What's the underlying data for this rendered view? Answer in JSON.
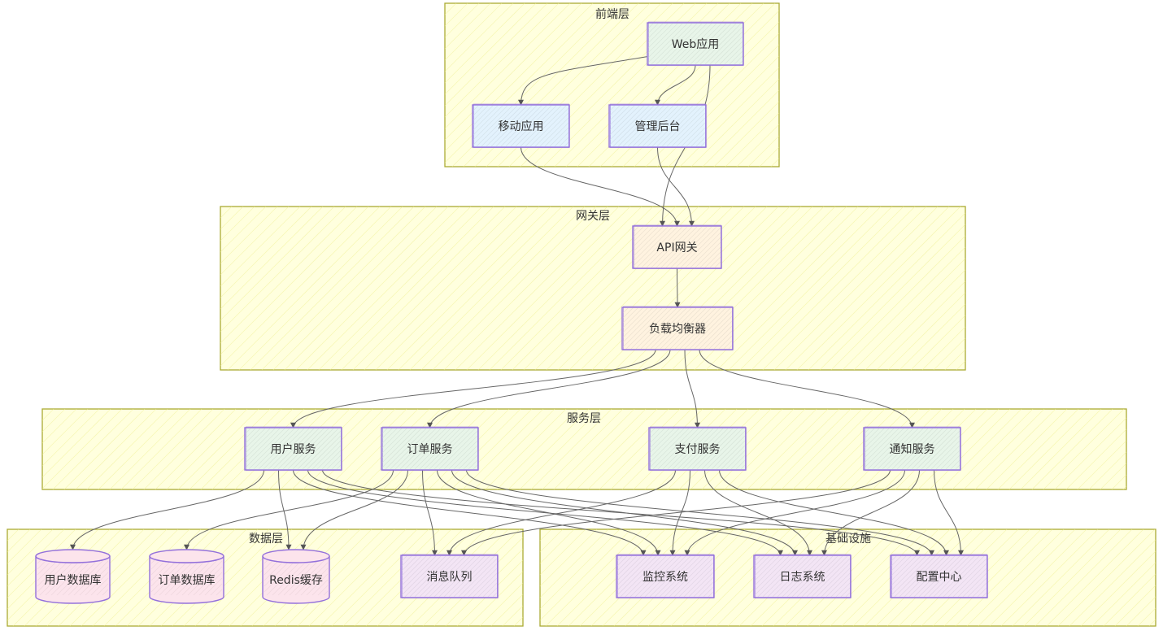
{
  "colors": {
    "cluster_fill": "#ffffde",
    "cluster_stroke": "#aaaa33",
    "node_stroke": "#9370db",
    "edge": "#666666",
    "text": "#333333"
  },
  "clusters": [
    {
      "id": "frontend",
      "label": "前端层"
    },
    {
      "id": "gateway",
      "label": "网关层"
    },
    {
      "id": "services",
      "label": "服务层"
    },
    {
      "id": "data",
      "label": "数据层"
    },
    {
      "id": "infra",
      "label": "基础设施"
    }
  ],
  "nodes": [
    {
      "id": "web",
      "label": "Web应用",
      "shape": "rect",
      "fill": "#e8f5e9"
    },
    {
      "id": "mobile",
      "label": "移动应用",
      "shape": "rect",
      "fill": "#e3f2fd"
    },
    {
      "id": "admin",
      "label": "管理后台",
      "shape": "rect",
      "fill": "#e3f2fd"
    },
    {
      "id": "api",
      "label": "API网关",
      "shape": "rect",
      "fill": "#fff3e0"
    },
    {
      "id": "lb",
      "label": "负载均衡器",
      "shape": "rect",
      "fill": "#fff3e0"
    },
    {
      "id": "user",
      "label": "用户服务",
      "shape": "rect",
      "fill": "#e8f5e9"
    },
    {
      "id": "order",
      "label": "订单服务",
      "shape": "rect",
      "fill": "#e8f5e9"
    },
    {
      "id": "pay",
      "label": "支付服务",
      "shape": "rect",
      "fill": "#e8f5e9"
    },
    {
      "id": "notify",
      "label": "通知服务",
      "shape": "rect",
      "fill": "#e8f5e9"
    },
    {
      "id": "userdb",
      "label": "用户数据库",
      "shape": "cylinder",
      "fill": "#fce4ec"
    },
    {
      "id": "orderdb",
      "label": "订单数据库",
      "shape": "cylinder",
      "fill": "#fce4ec"
    },
    {
      "id": "redis",
      "label": "Redis缓存",
      "shape": "cylinder",
      "fill": "#fce4ec"
    },
    {
      "id": "mq",
      "label": "消息队列",
      "shape": "rect",
      "fill": "#f3e5f5"
    },
    {
      "id": "monitor",
      "label": "监控系统",
      "shape": "rect",
      "fill": "#f3e5f5"
    },
    {
      "id": "log",
      "label": "日志系统",
      "shape": "rect",
      "fill": "#f3e5f5"
    },
    {
      "id": "config",
      "label": "配置中心",
      "shape": "rect",
      "fill": "#f3e5f5"
    }
  ],
  "edges": [
    {
      "from": "web",
      "to": "mobile"
    },
    {
      "from": "web",
      "to": "admin"
    },
    {
      "from": "web",
      "to": "api"
    },
    {
      "from": "mobile",
      "to": "api"
    },
    {
      "from": "admin",
      "to": "api"
    },
    {
      "from": "api",
      "to": "lb"
    },
    {
      "from": "lb",
      "to": "user"
    },
    {
      "from": "lb",
      "to": "order"
    },
    {
      "from": "lb",
      "to": "pay"
    },
    {
      "from": "lb",
      "to": "notify"
    },
    {
      "from": "user",
      "to": "userdb"
    },
    {
      "from": "user",
      "to": "redis"
    },
    {
      "from": "user",
      "to": "monitor"
    },
    {
      "from": "user",
      "to": "log"
    },
    {
      "from": "user",
      "to": "config"
    },
    {
      "from": "order",
      "to": "orderdb"
    },
    {
      "from": "order",
      "to": "redis"
    },
    {
      "from": "order",
      "to": "mq"
    },
    {
      "from": "order",
      "to": "monitor"
    },
    {
      "from": "order",
      "to": "log"
    },
    {
      "from": "order",
      "to": "config"
    },
    {
      "from": "pay",
      "to": "mq"
    },
    {
      "from": "pay",
      "to": "monitor"
    },
    {
      "from": "pay",
      "to": "log"
    },
    {
      "from": "pay",
      "to": "config"
    },
    {
      "from": "notify",
      "to": "mq"
    },
    {
      "from": "notify",
      "to": "monitor"
    },
    {
      "from": "notify",
      "to": "log"
    },
    {
      "from": "notify",
      "to": "config"
    }
  ]
}
